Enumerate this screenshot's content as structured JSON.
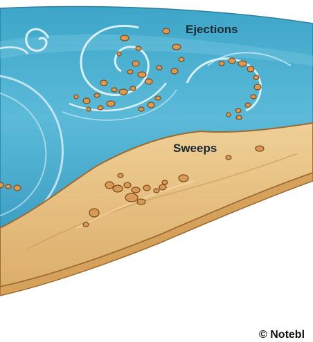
{
  "labels": {
    "ejections": "Ejections",
    "sweeps": "Sweeps",
    "credit": "© Notebl"
  },
  "colors": {
    "water_top": "#3ea6c9",
    "water_mid": "#55b7d6",
    "water_deep": "#2f8fb5",
    "swirl": "#d8f1f8",
    "sand_light": "#ecc98e",
    "sand_dark": "#d6a862",
    "sand_edge": "#9a6a32",
    "grain_fill": "#d89a54",
    "grain_stroke": "#7a4a1e",
    "background": "#ffffff"
  },
  "icons": [
    "water-layer",
    "sand-bed",
    "vortex-swirl",
    "sediment-grain"
  ]
}
